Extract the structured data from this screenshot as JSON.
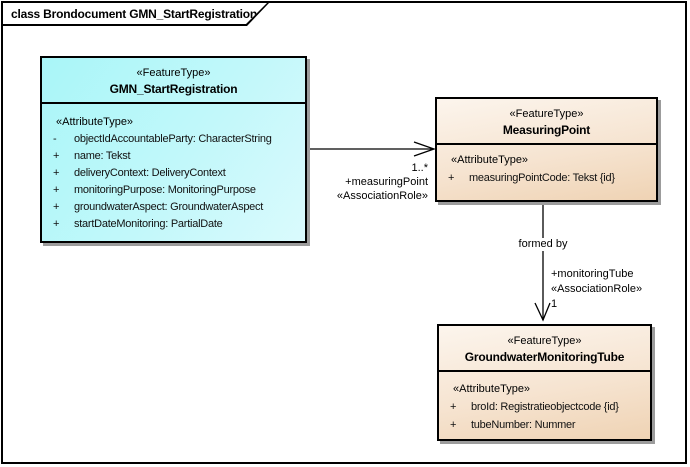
{
  "frame": {
    "title": "class Brondocument GMN_StartRegistration"
  },
  "classes": [
    {
      "stereotype": "«FeatureType»",
      "name": "GMN_StartRegistration",
      "attr_stereotype": "«AttributeType»",
      "attributes": [
        {
          "visibility": "-",
          "text": "objectIdAccountableParty: CharacterString"
        },
        {
          "visibility": "+",
          "text": "name: Tekst"
        },
        {
          "visibility": "+",
          "text": "deliveryContext: DeliveryContext"
        },
        {
          "visibility": "+",
          "text": "monitoringPurpose: MonitoringPurpose"
        },
        {
          "visibility": "+",
          "text": "groundwaterAspect: GroundwaterAspect"
        },
        {
          "visibility": "+",
          "text": "startDateMonitoring: PartialDate"
        }
      ]
    },
    {
      "stereotype": "«FeatureType»",
      "name": "MeasuringPoint",
      "attr_stereotype": "«AttributeType»",
      "attributes": [
        {
          "visibility": "+",
          "text": "measuringPointCode: Tekst {id}"
        }
      ]
    },
    {
      "stereotype": "«FeatureType»",
      "name": "GroundwaterMonitoringTube",
      "attr_stereotype": "«AttributeType»",
      "attributes": [
        {
          "visibility": "+",
          "text": "broId: Registratieobjectcode {id}"
        },
        {
          "visibility": "+",
          "text": "tubeNumber: Nummer"
        }
      ]
    }
  ],
  "associations": [
    {
      "multiplicity": "1..*",
      "role": "+measuringPoint",
      "stereotype": "«AssociationRole»"
    },
    {
      "name": "formed by",
      "role": "+monitoringTube",
      "stereotype": "«AssociationRole»",
      "multiplicity": "1"
    }
  ],
  "colors": {
    "feature_type_cyan": "#b9f8fa",
    "feature_type_peach": "#f2d9bf",
    "box_border": "#000000",
    "box_shadow": "#9c9c9c",
    "canvas_background": "#ffffff"
  }
}
